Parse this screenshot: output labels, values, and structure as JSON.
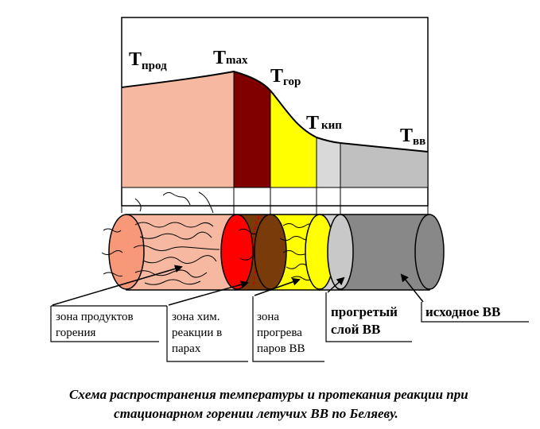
{
  "diagram": {
    "temperatures": [
      {
        "base": "T",
        "sub": "прод"
      },
      {
        "base": "T",
        "sub": "max"
      },
      {
        "base": "T",
        "sub": "гор"
      },
      {
        "base": "T",
        "sub": "кип"
      },
      {
        "base": "T",
        "sub": "вв"
      }
    ],
    "zones": [
      {
        "lines": [
          "зона продуктов",
          "горения"
        ],
        "color": "#f6b8a0"
      },
      {
        "lines": [
          "зона хим.",
          "реакции в",
          "парах"
        ],
        "color": "#800000"
      },
      {
        "lines": [
          "зона",
          "прогрева",
          "паров ВВ"
        ],
        "color": "#ffff00"
      },
      {
        "lines": [
          "прогретый",
          "слой ВВ"
        ],
        "color": "#cccccc"
      },
      {
        "lines": [
          "исходное ВВ"
        ],
        "color": "#999999"
      }
    ],
    "caption": [
      "Схема распространения температуры и протекания реакции при",
      "стационарном  горении летучих ВВ по Беляеву."
    ]
  }
}
